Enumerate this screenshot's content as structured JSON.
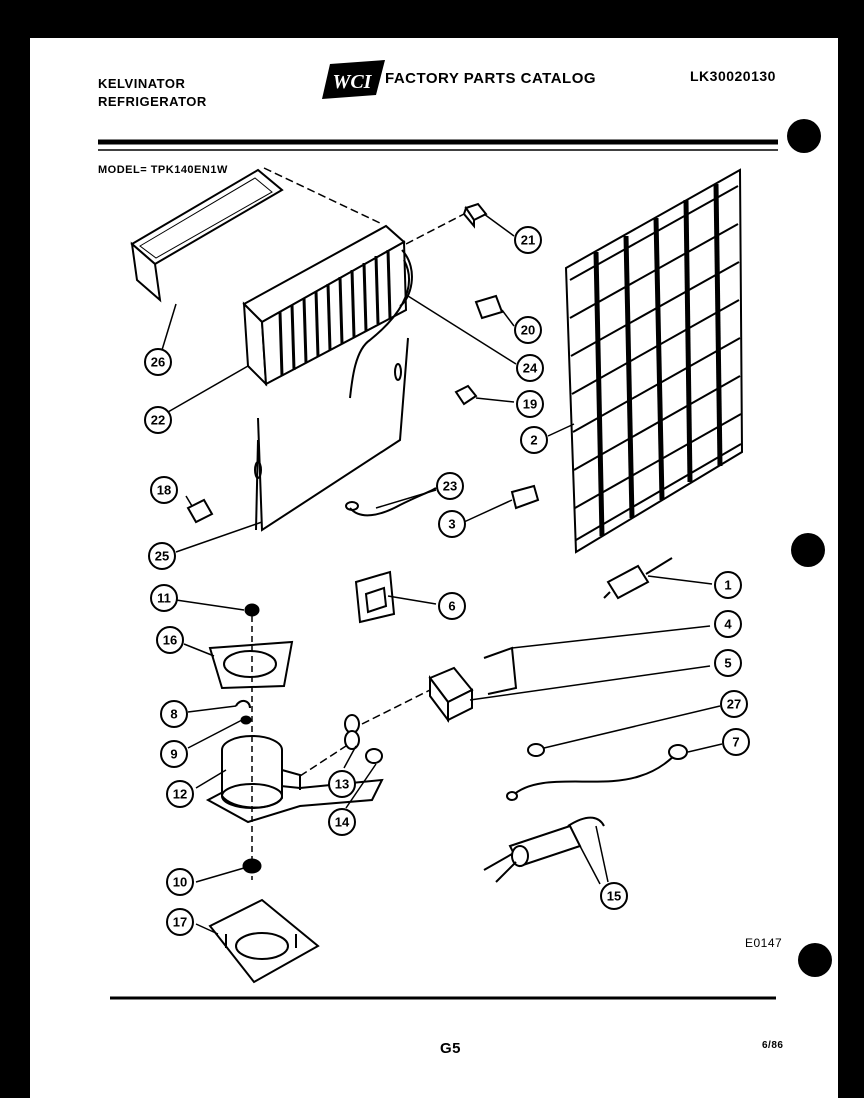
{
  "header": {
    "brand_line1": "KELVINATOR",
    "brand_line2": "REFRIGERATOR",
    "logo_text": "WCI",
    "catalog_title": "FACTORY PARTS CATALOG",
    "catalog_number": "LK30020130",
    "model_label": "MODEL= TPK140EN1W"
  },
  "diagram": {
    "code": "E0147",
    "callouts": [
      "1",
      "2",
      "3",
      "4",
      "5",
      "6",
      "7",
      "8",
      "9",
      "10",
      "11",
      "12",
      "13",
      "14",
      "15",
      "16",
      "17",
      "18",
      "19",
      "20",
      "21",
      "22",
      "23",
      "24",
      "25",
      "26",
      "27"
    ]
  },
  "footer": {
    "page_number": "G5",
    "date": "6/86"
  },
  "colors": {
    "ink": "#000000",
    "paper": "#ffffff"
  }
}
